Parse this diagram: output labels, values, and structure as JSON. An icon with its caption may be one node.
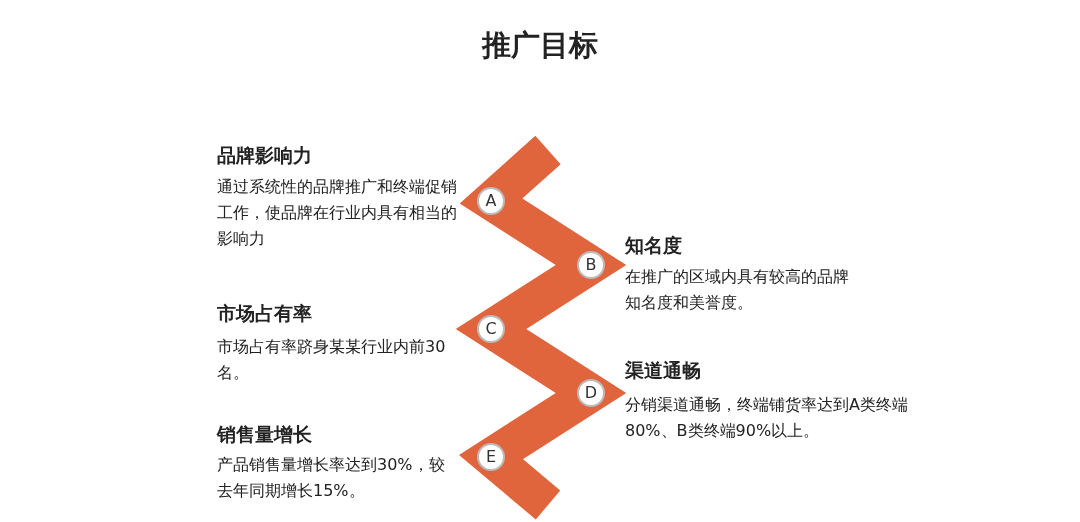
{
  "diagram": {
    "title": "推广目标",
    "nodes": [
      {
        "text": [
          "A"
        ],
        "beside": [
          "品牌影响力",
          "通过系统性的品牌推广和终端促销工作，使品牌在行业内具有相当的影响力"
        ]
      },
      {
        "text": [
          "B"
        ],
        "beside": [
          "知名度",
          "在推广的区域内具有较高的品牌知名度和美誉度。"
        ]
      },
      {
        "text": [
          "C"
        ],
        "beside": [
          "市场占有率",
          "市场占有率跻身某某行业内前30名。"
        ]
      },
      {
        "text": [
          "D"
        ],
        "beside": [
          "渠道通畅",
          "分销渠道通畅，终端铺货率达到A类终端80%、B类终端90%以上。"
        ]
      },
      {
        "text": [
          "E"
        ],
        "beside": [
          "销售量增长",
          "产品销售量增长率达到30%，较去年同期增长15%。"
        ]
      }
    ]
  }
}
